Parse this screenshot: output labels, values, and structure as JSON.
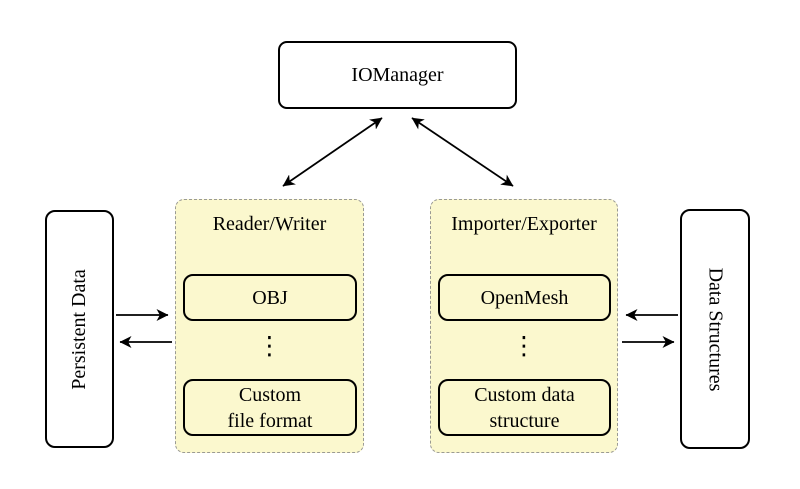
{
  "diagram": {
    "iomanager": {
      "label": "IOManager"
    },
    "persistent_data": {
      "label": "Persistent Data"
    },
    "data_structures": {
      "label": "Data Structures"
    },
    "reader_writer_panel": {
      "title": "Reader/Writer",
      "ellipsis": "⋮",
      "items": [
        {
          "label": "OBJ"
        },
        {
          "label": "Custom\nfile format"
        }
      ]
    },
    "importer_exporter_panel": {
      "title": "Importer/Exporter",
      "ellipsis": "⋮",
      "items": [
        {
          "label": "OpenMesh"
        },
        {
          "label": "Custom data\nstructure"
        }
      ]
    },
    "colors": {
      "background": "#FFFFFF",
      "panel_fill": "#FBF8CE",
      "panel_border": "#9A9A94",
      "node_border": "#000000",
      "arrow": "#000000"
    },
    "connections": [
      {
        "from": "IOManager",
        "to": "Reader/Writer",
        "bidirectional": true
      },
      {
        "from": "IOManager",
        "to": "Importer/Exporter",
        "bidirectional": true
      },
      {
        "from": "Persistent Data",
        "to": "Reader/Writer",
        "bidirectional": true
      },
      {
        "from": "Data Structures",
        "to": "Importer/Exporter",
        "bidirectional": true
      }
    ]
  }
}
